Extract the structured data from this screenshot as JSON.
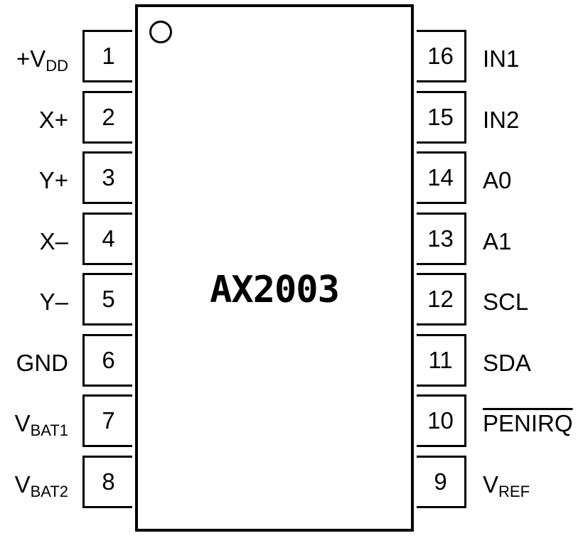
{
  "chip": {
    "name": "AX2003"
  },
  "left_pins": [
    {
      "number": "1",
      "label": "+V",
      "sub": "DD"
    },
    {
      "number": "2",
      "label": "X+",
      "sub": ""
    },
    {
      "number": "3",
      "label": "Y+",
      "sub": ""
    },
    {
      "number": "4",
      "label": "X–",
      "sub": ""
    },
    {
      "number": "5",
      "label": "Y–",
      "sub": ""
    },
    {
      "number": "6",
      "label": "GND",
      "sub": ""
    },
    {
      "number": "7",
      "label": "V",
      "sub": "BAT1"
    },
    {
      "number": "8",
      "label": "V",
      "sub": "BAT2"
    }
  ],
  "right_pins": [
    {
      "number": "16",
      "label": "IN1",
      "sub": ""
    },
    {
      "number": "15",
      "label": "IN2",
      "sub": ""
    },
    {
      "number": "14",
      "label": "A0",
      "sub": ""
    },
    {
      "number": "13",
      "label": "A1",
      "sub": ""
    },
    {
      "number": "12",
      "label": "SCL",
      "sub": ""
    },
    {
      "number": "11",
      "label": "SDA",
      "sub": ""
    },
    {
      "number": "10",
      "label": "PENIRQ",
      "sub": "",
      "overbar": true
    },
    {
      "number": "9",
      "label": "V",
      "sub": "REF"
    }
  ]
}
